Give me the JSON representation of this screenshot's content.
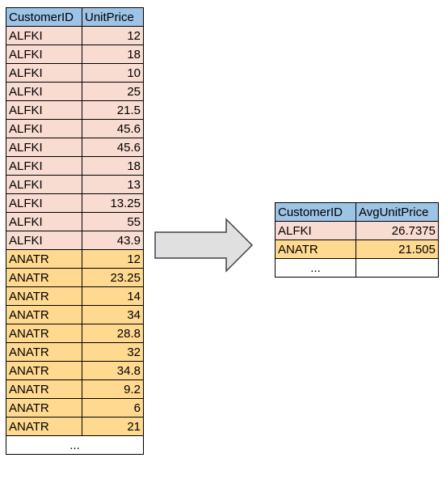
{
  "source_table": {
    "headers": [
      "CustomerID",
      "UnitPrice"
    ],
    "rows": [
      {
        "group": "alfki",
        "id": "ALFKI",
        "price": "12"
      },
      {
        "group": "alfki",
        "id": "ALFKI",
        "price": "18"
      },
      {
        "group": "alfki",
        "id": "ALFKI",
        "price": "10"
      },
      {
        "group": "alfki",
        "id": "ALFKI",
        "price": "25"
      },
      {
        "group": "alfki",
        "id": "ALFKI",
        "price": "21.5"
      },
      {
        "group": "alfki",
        "id": "ALFKI",
        "price": "45.6"
      },
      {
        "group": "alfki",
        "id": "ALFKI",
        "price": "45.6"
      },
      {
        "group": "alfki",
        "id": "ALFKI",
        "price": "18"
      },
      {
        "group": "alfki",
        "id": "ALFKI",
        "price": "13"
      },
      {
        "group": "alfki",
        "id": "ALFKI",
        "price": "13.25"
      },
      {
        "group": "alfki",
        "id": "ALFKI",
        "price": "55"
      },
      {
        "group": "alfki",
        "id": "ALFKI",
        "price": "43.9"
      },
      {
        "group": "anatr",
        "id": "ANATR",
        "price": "12"
      },
      {
        "group": "anatr",
        "id": "ANATR",
        "price": "23.25"
      },
      {
        "group": "anatr",
        "id": "ANATR",
        "price": "14"
      },
      {
        "group": "anatr",
        "id": "ANATR",
        "price": "34"
      },
      {
        "group": "anatr",
        "id": "ANATR",
        "price": "28.8"
      },
      {
        "group": "anatr",
        "id": "ANATR",
        "price": "32"
      },
      {
        "group": "anatr",
        "id": "ANATR",
        "price": "34.8"
      },
      {
        "group": "anatr",
        "id": "ANATR",
        "price": "9.2"
      },
      {
        "group": "anatr",
        "id": "ANATR",
        "price": "6"
      },
      {
        "group": "anatr",
        "id": "ANATR",
        "price": "21"
      }
    ],
    "ellipsis": "..."
  },
  "result_table": {
    "headers": [
      "CustomerID",
      "AvgUnitPrice"
    ],
    "rows": [
      {
        "group": "alfki",
        "id": "ALFKI",
        "avg": "26.7375"
      },
      {
        "group": "anatr",
        "id": "ANATR",
        "avg": "21.505"
      }
    ],
    "ellipsis": "..."
  },
  "colors": {
    "header_fill": "#9dc3e6",
    "alfki_fill": "#f8dbd1",
    "anatr_fill": "#ffd98f",
    "arrow_fill": "#e0e0e0",
    "arrow_stroke": "#404040"
  },
  "arrow_icon": "right-arrow"
}
